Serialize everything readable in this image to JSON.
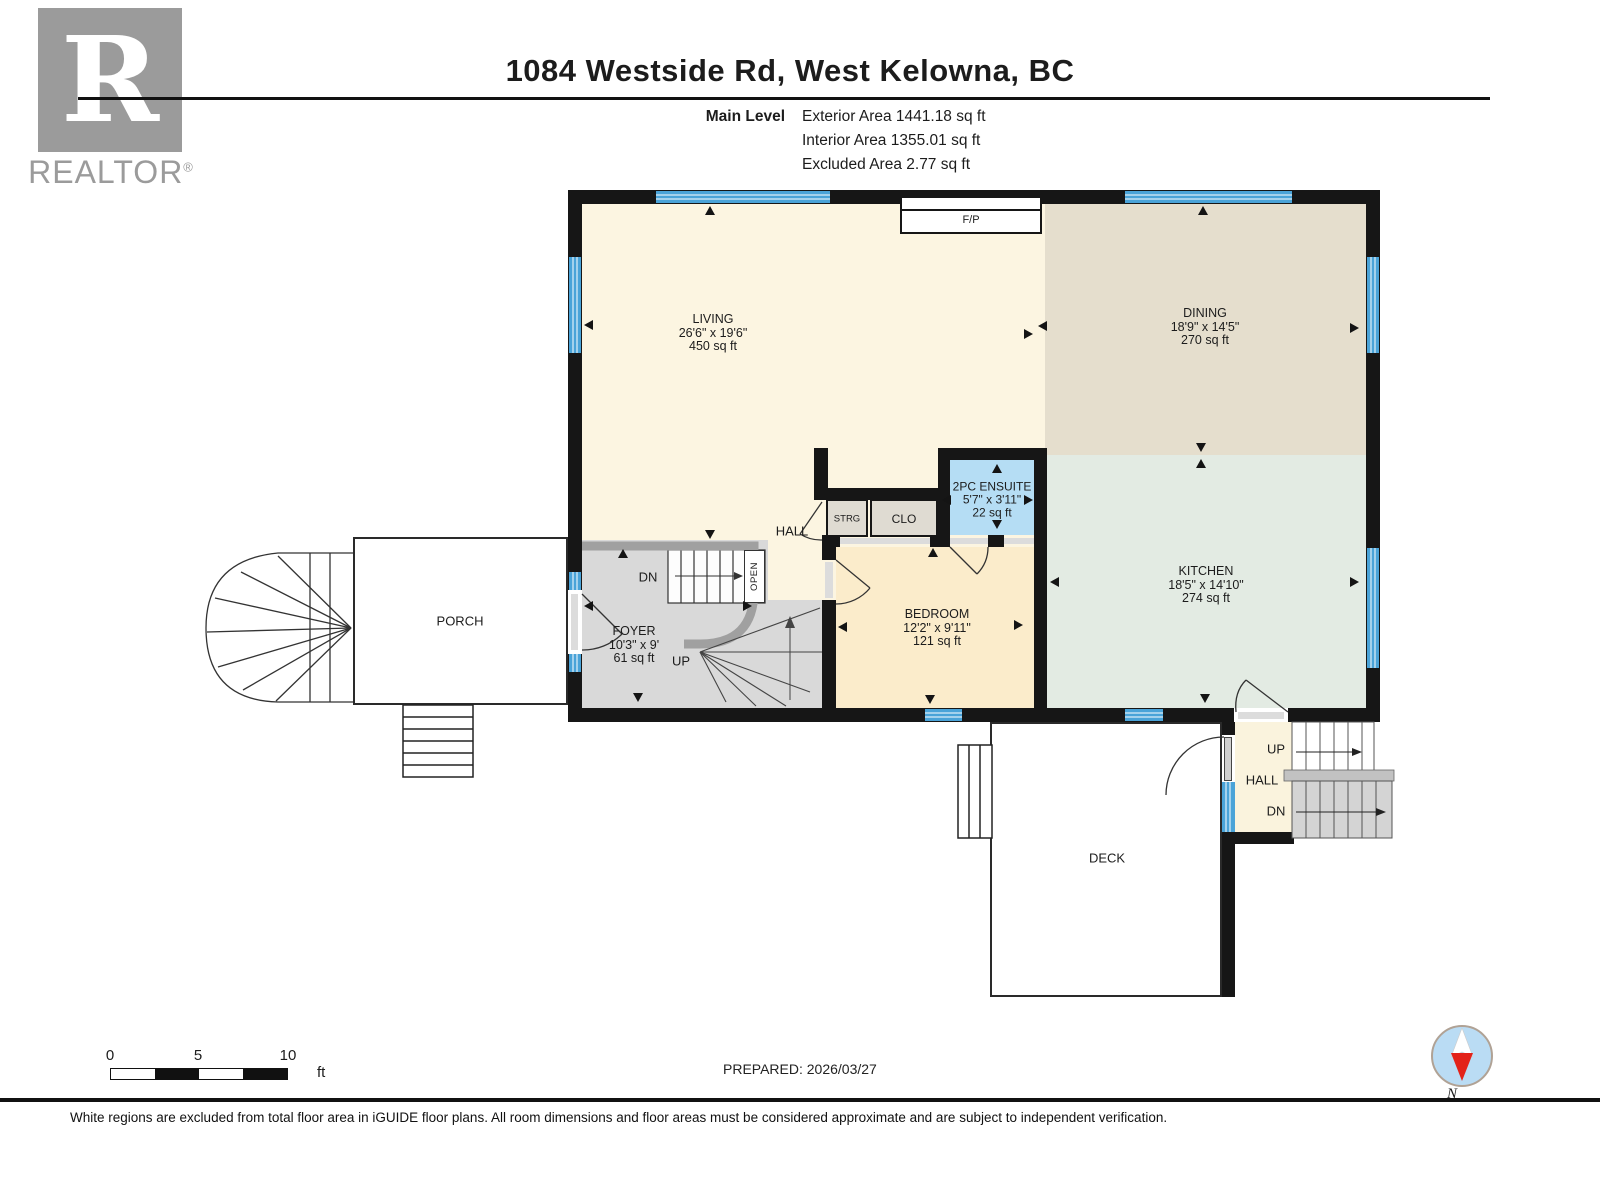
{
  "header": {
    "title": "1084 Westside Rd, West Kelowna, BC",
    "level": "Main Level",
    "exterior_area": "Exterior Area 1441.18 sq ft",
    "interior_area": "Interior Area 1355.01 sq ft",
    "excluded_area": "Excluded Area 2.77 sq ft"
  },
  "branding": {
    "logo_letter": "R",
    "logo_text": "REALTOR",
    "registered_mark": "®"
  },
  "rooms": [
    {
      "id": "living",
      "name": "LIVING",
      "dims": "26'6\" x 19'6\"",
      "area": "450 sq ft"
    },
    {
      "id": "dining",
      "name": "DINING",
      "dims": "18'9\" x 14'5\"",
      "area": "270 sq ft"
    },
    {
      "id": "kitchen",
      "name": "KITCHEN",
      "dims": "18'5\" x 14'10\"",
      "area": "274 sq ft"
    },
    {
      "id": "bedroom",
      "name": "BEDROOM",
      "dims": "12'2\" x 9'11\"",
      "area": "121 sq ft"
    },
    {
      "id": "ensuite",
      "name": "2PC ENSUITE",
      "dims": "5'7\" x 3'11\"",
      "area": "22 sq ft"
    },
    {
      "id": "foyer",
      "name": "FOYER",
      "dims": "10'3\" x 9'",
      "area": "61 sq ft"
    }
  ],
  "plan_labels": {
    "porch": "PORCH",
    "deck": "DECK",
    "hall": "HALL",
    "hall_lower": "HALL",
    "strg": "STRG",
    "clo": "CLO",
    "fireplace": "F/P",
    "stairs_dn": "DN",
    "stairs_up": "UP",
    "stairs_open": "OPEN",
    "lower_up": "UP",
    "lower_dn": "DN"
  },
  "scale_bar": {
    "tick_0": "0",
    "tick_5": "5",
    "tick_10": "10",
    "unit": "ft"
  },
  "compass": {
    "north_label": "N"
  },
  "footer": {
    "prepared": "PREPARED: 2026/03/27",
    "disclaimer": "White regions are excluded from total floor area in iGUIDE floor plans. All room dimensions and floor areas must be considered approximate and are subject to independent verification."
  },
  "colors": {
    "wall": "#161616",
    "window": "#4aa3d8",
    "living": "#fcf5e1",
    "dining": "#e5decd",
    "kitchen": "#e3ebe3",
    "bedroom": "#fbeccb",
    "ensuite": "#b5ddf4",
    "closet": "#dfdbd2",
    "foyer": "#d9d9d9",
    "stair_gray": "#d4d4d4",
    "railing": "#a0a0a0",
    "compass_fill": "#badcf4",
    "compass_needle": "#e32219"
  }
}
